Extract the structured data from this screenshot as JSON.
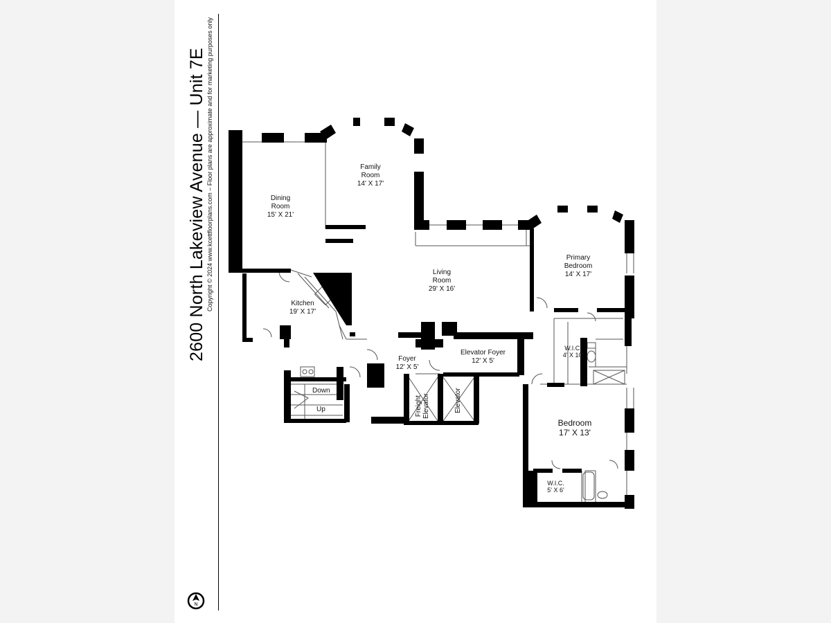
{
  "title": "2600 North Lakeview Avenue — Unit 7E",
  "copyright": "Copyright © 2024  www.kcettfloorplans.com  –  Floor plans are approximate and for marketing purposes only",
  "compass_label": "N",
  "rooms": {
    "dining": {
      "name_1": "Dining",
      "name_2": "Room",
      "size": "15' X 21'"
    },
    "family": {
      "name_1": "Family",
      "name_2": "Room",
      "size": "14' X 17'"
    },
    "living": {
      "name_1": "Living",
      "name_2": "Room",
      "size": "29' X 16'"
    },
    "primary": {
      "name_1": "Primary",
      "name_2": "Bedroom",
      "size": "14' X 17'"
    },
    "kitchen": {
      "name": "Kitchen",
      "size": "19' X 17'"
    },
    "foyer": {
      "name": "Foyer",
      "size": "12' X 5'"
    },
    "elevator_foyer": {
      "name": "Elevator Foyer",
      "size": "12' X 5'"
    },
    "wic_primary": {
      "name": "W.I.C.",
      "size": "4' X 10'"
    },
    "bedroom": {
      "name": "Bedroom",
      "size": "17' X 13'"
    },
    "wic_bedroom": {
      "name": "W.I.C.",
      "size": "5' X 6'"
    },
    "freight": {
      "name_1": "Freight",
      "name_2": "Elevator"
    },
    "elevator": {
      "name": "Elevator"
    },
    "stairs": {
      "down": "Down",
      "up": "Up"
    }
  },
  "colors": {
    "wall": "#000000",
    "background": "#f3f3f3",
    "sheet": "#ffffff",
    "thin_line": "#555555"
  }
}
